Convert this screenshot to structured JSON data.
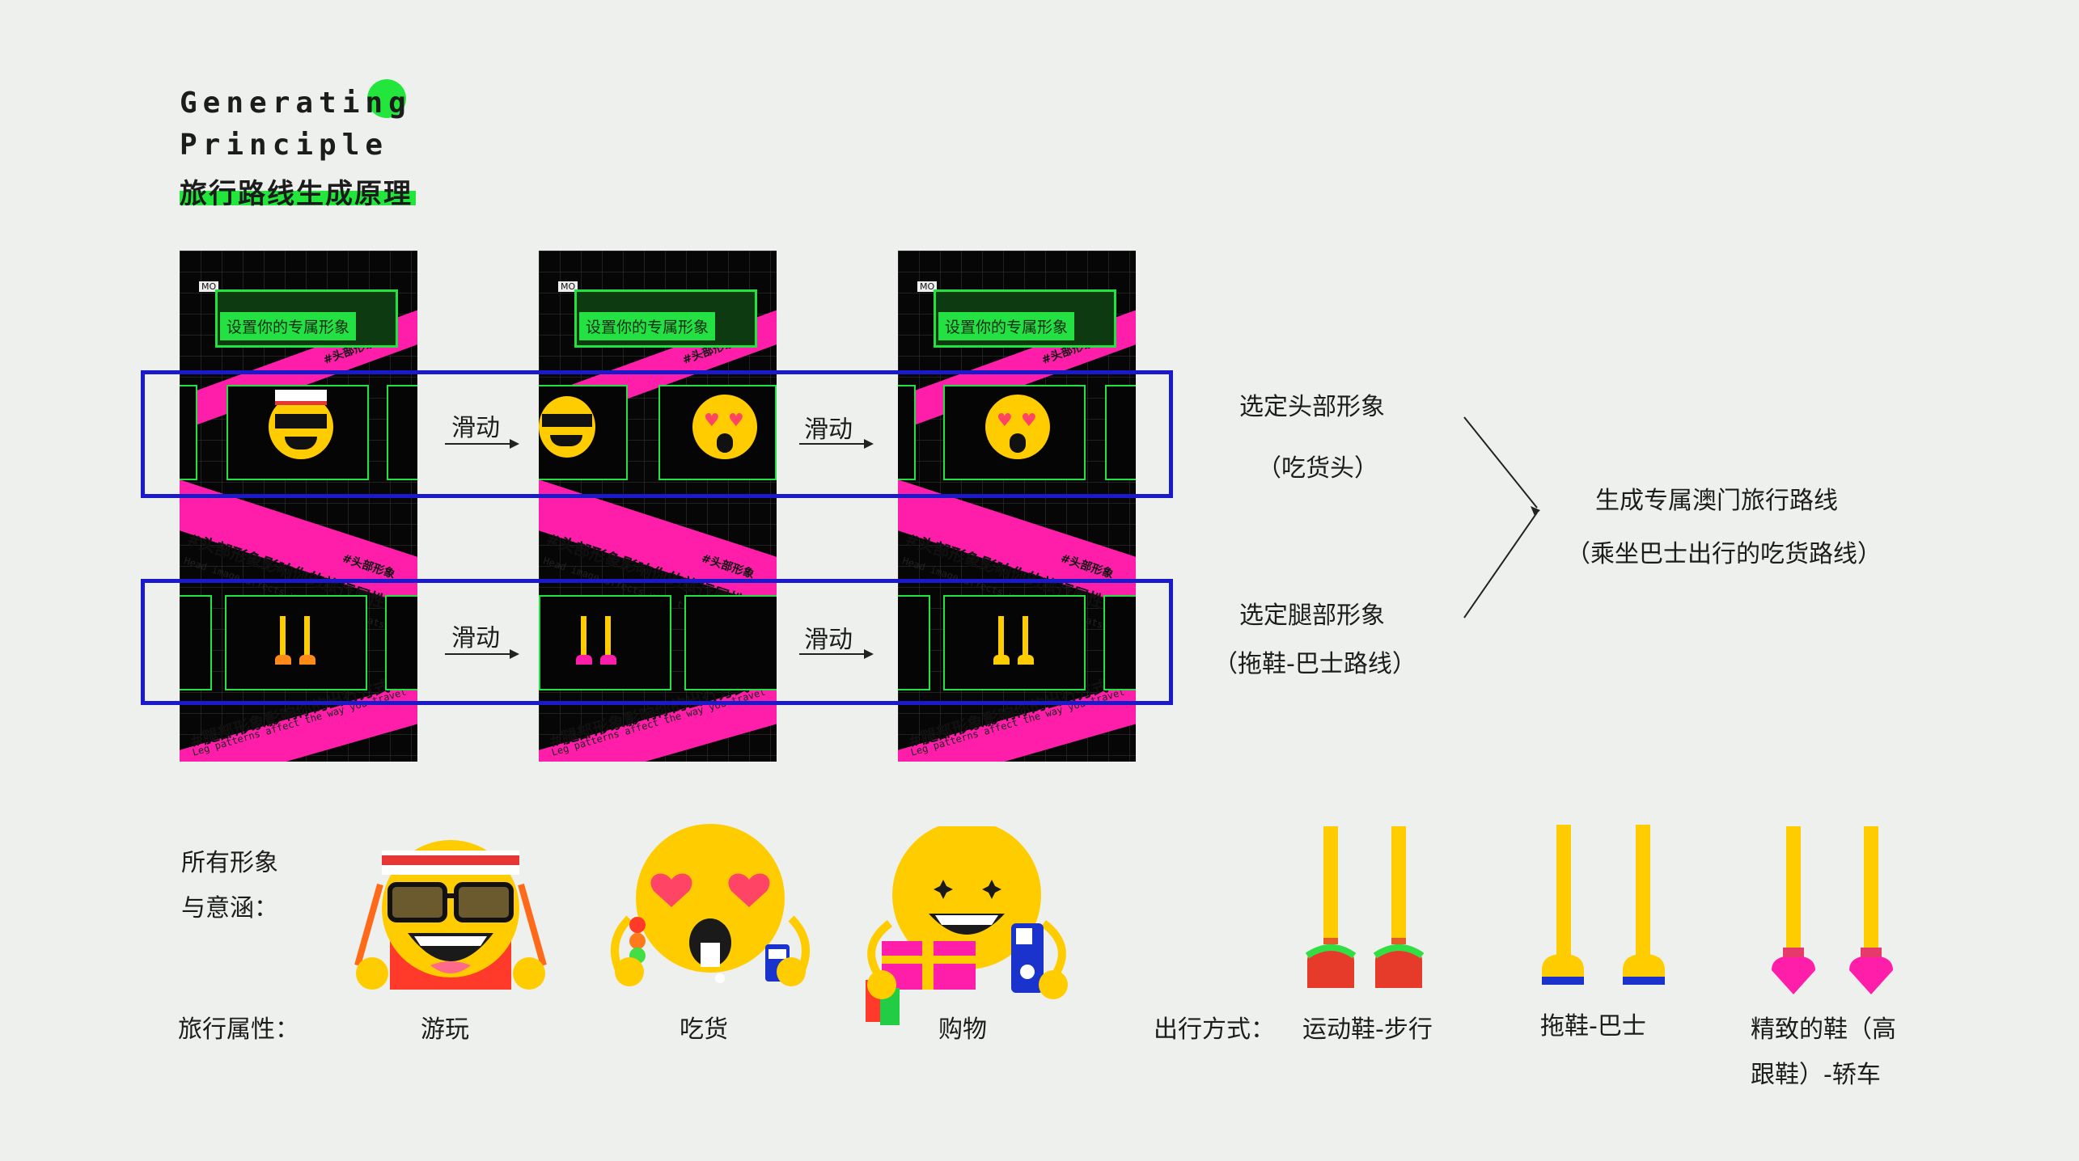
{
  "title": {
    "line1": "Generating",
    "line2": "Principle",
    "zh": "旅行路线生成原理"
  },
  "colors": {
    "accent_green": "#22e63c",
    "magenta": "#ff1eaa",
    "frame_blue": "#1a1acc",
    "emoji_yellow": "#ffcc00",
    "panel_black": "#060606"
  },
  "phone_ui": {
    "setup_label": "设置你的专属形象",
    "tag": "MO",
    "band_head_zh": "#头部形象",
    "band_head_en": "Head image",
    "band_travel_zh": "#头部形象影响你的旅行属性",
    "band_travel_en": "Head image affects your travel stats",
    "band_leg_zh": "#腿部形象影响你的出行方式",
    "band_leg_en": "Leg patterns affect the way you travel"
  },
  "flow": {
    "slide_label": "滑动",
    "select_head": "选定头部形象",
    "select_head_value": "（吃货头）",
    "select_legs": "选定腿部形象",
    "select_legs_value": "（拖鞋-巴士路线）",
    "result": "生成专属澳门旅行路线",
    "result_detail": "（乘坐巴士出行的吃货路线）"
  },
  "legend": {
    "heading_line1": "所有形象",
    "heading_line2": "与意涵：",
    "travel_attr_label": "旅行属性：",
    "heads": [
      {
        "name": "游玩",
        "icon": "sunglasses-emoji-icon"
      },
      {
        "name": "吃货",
        "icon": "heart-eyes-emoji-icon"
      },
      {
        "name": "购物",
        "icon": "shopping-emoji-icon"
      }
    ],
    "travel_mode_label": "出行方式：",
    "legs": [
      {
        "name": "运动鞋-步行",
        "icon": "sneaker-legs-icon"
      },
      {
        "name": "拖鞋-巴士",
        "icon": "slipper-legs-icon"
      },
      {
        "name_line1": "精致的鞋（高",
        "name_line2": "跟鞋）-轿车",
        "icon": "high-heel-legs-icon"
      }
    ]
  }
}
